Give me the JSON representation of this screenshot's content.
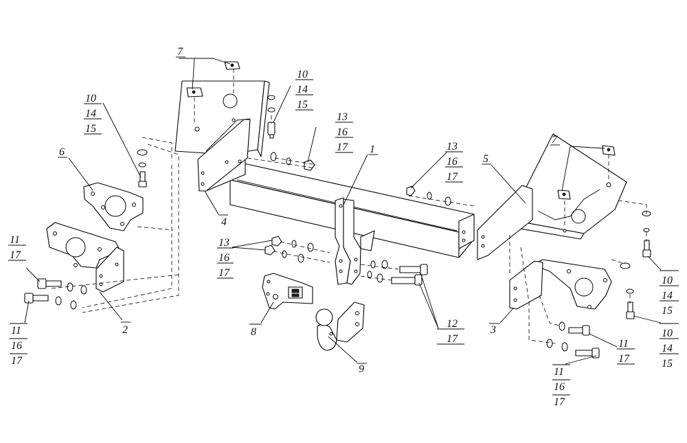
{
  "labels": {
    "l7a": "7",
    "l10a": "10",
    "l14a": "14",
    "l15a": "15",
    "l10b": "10",
    "l14b": "14",
    "l15b": "15",
    "l13a": "13",
    "l16a": "16",
    "l17a": "17",
    "l13b": "13",
    "l16b": "16",
    "l17b": "17",
    "l1": "1",
    "l5": "5",
    "l7b": "7",
    "l6": "6",
    "l4": "4",
    "l13c": "13",
    "l16c": "16",
    "l17c": "17",
    "l11a": "11",
    "l17d": "17",
    "l11b": "11",
    "l16d": "16",
    "l17e": "17",
    "l2": "2",
    "l8": "8",
    "l9": "9",
    "l12": "12",
    "l17f": "17",
    "l3": "3",
    "l10c": "10",
    "l14c": "14",
    "l15c": "15",
    "l10d": "10",
    "l14d": "14",
    "l15d": "15",
    "l11c": "11",
    "l17g": "17",
    "l11d": "11",
    "l16e": "16",
    "l17h": "17"
  }
}
